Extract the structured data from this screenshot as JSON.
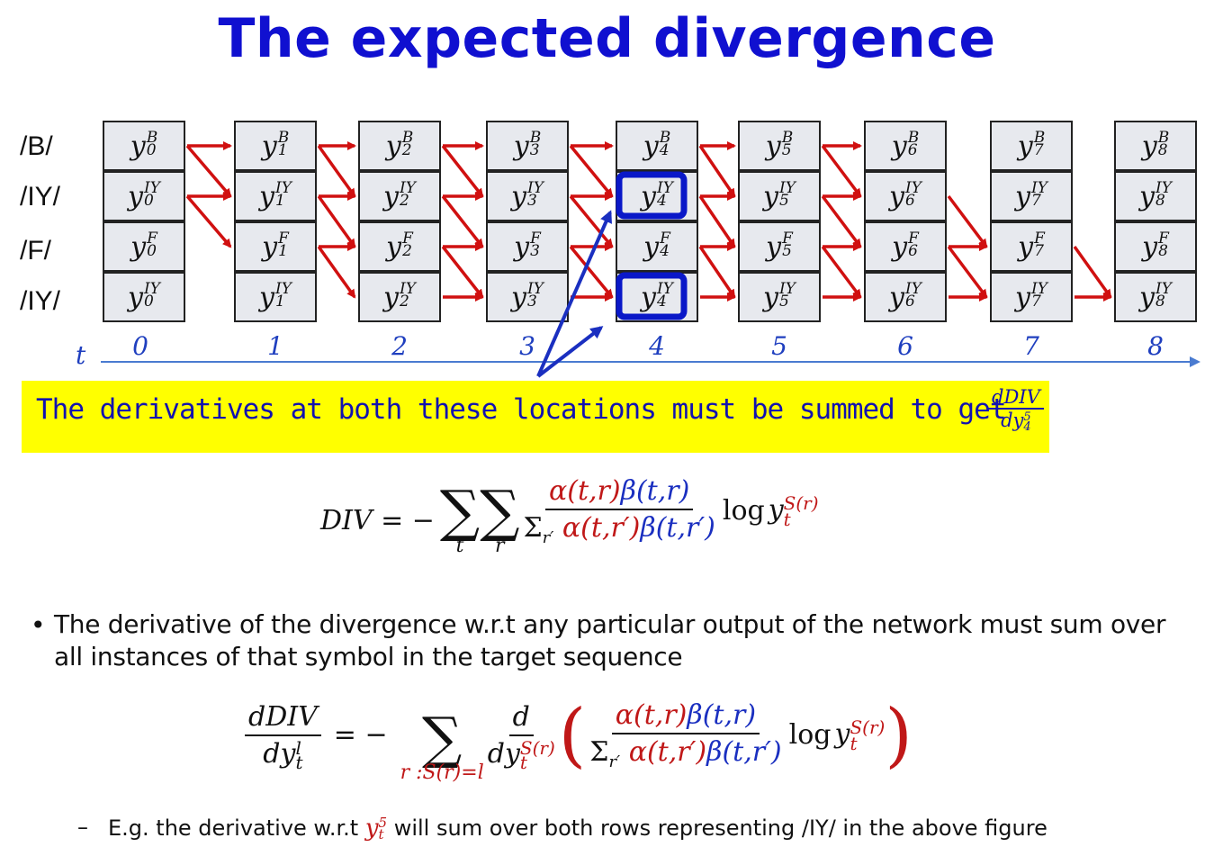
{
  "title": "The expected divergence",
  "rows": [
    {
      "label": "/B/",
      "sup": "B"
    },
    {
      "label": "/IY/",
      "sup": "IY"
    },
    {
      "label": "/F/",
      "sup": "F"
    },
    {
      "label": "/IY/",
      "sup": "IY"
    }
  ],
  "cell_symbol": "y",
  "time_axis": {
    "label": "t",
    "ticks": [
      "0",
      "1",
      "2",
      "3",
      "4",
      "5",
      "6",
      "7",
      "8"
    ]
  },
  "highlight_cells": [
    {
      "time": 4,
      "row": 1
    },
    {
      "time": 4,
      "row": 3
    }
  ],
  "callout": {
    "text": "The derivatives at both these locations must be summed to get",
    "frac_num": "dDIV",
    "frac_den_symbol": "dy",
    "frac_den_sup": "5",
    "frac_den_sub": "4"
  },
  "formula1": {
    "lhs": "DIV = −",
    "sum1_sub": "t",
    "sum2_sub": "r",
    "num_alpha": "α(t,r)",
    "num_beta": "β(t,r)",
    "den_sum": "Σ",
    "den_sum_sub": "r′",
    "den_alpha": "α(t,r′)",
    "den_beta": "β(t,r′)",
    "log": "log",
    "y": "y",
    "y_sub": "t",
    "y_sup": "S(r)"
  },
  "bullet": {
    "text": "The derivative of the divergence w.r.t any particular output of the network must sum over all instances of that symbol in the target sequence"
  },
  "formula2": {
    "lhs_num": "dDIV",
    "lhs_den": "dy",
    "lhs_den_sup": "l",
    "lhs_den_sub": "t",
    "eq": "= −",
    "sum_sub": "r :S(r)=l",
    "d_num": "d",
    "d_den": "dy",
    "d_den_sup": "S(r)",
    "d_den_sub": "t",
    "num_alpha": "α(t,r)",
    "num_beta": "β(t,r)",
    "den_sum": "Σ",
    "den_sum_sub": "r′",
    "den_alpha": "α(t,r′)",
    "den_beta": "β(t,r′)",
    "log": "log",
    "y": "y",
    "y_sub": "t",
    "y_sup": "S(r)"
  },
  "subbullet": {
    "prefix": "E.g. the derivative w.r.t",
    "y": "y",
    "y_sup": "5",
    "y_sub": "t",
    "suffix": "will sum over both rows representing /IY/ in the above figure"
  },
  "colors": {
    "title": "#1010d0",
    "arrow": "#d01010",
    "highlight": "#0a18c8",
    "callout_bg": "#ffff00",
    "axis": "#4a7bd0"
  }
}
